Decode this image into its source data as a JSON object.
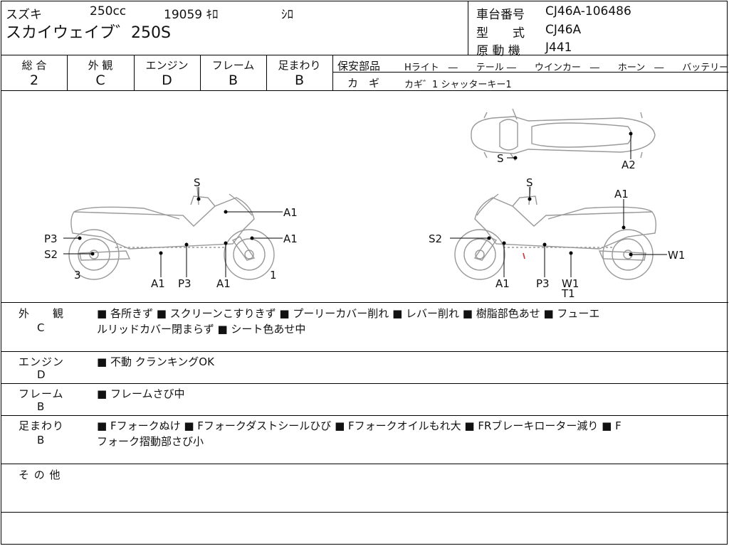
{
  "header": {
    "maker": "スズキ",
    "displacement": "250cc",
    "mileage": "19059 ｷﾛ",
    "color": "ｼﾛ",
    "model_name": "スカイウェイブ゛250S",
    "frame_label": "車台番号",
    "frame_no": "CJ46A-106486",
    "type_label": "型　　式",
    "type_value": "CJ46A",
    "engine_label": "原 動 機",
    "engine_value": "J441"
  },
  "grades": [
    {
      "label": "総 合",
      "value": "2"
    },
    {
      "label": "外 観",
      "value": "C"
    },
    {
      "label": "エンジン",
      "value": "D"
    },
    {
      "label": "フレーム",
      "value": "B"
    },
    {
      "label": "足まわり",
      "value": "B"
    }
  ],
  "safety": {
    "label": "保安部品",
    "items": "Hライト　―　　テール ―　　ウインカー　―　　ホーン　―　　バッテリー ×",
    "key_label": "カ　ギ",
    "key_value": "カギ゛1  シャッターキー1"
  },
  "diagram": {
    "left": {
      "markers": [
        "S",
        "A1",
        "A1",
        "P3",
        "S2",
        "A1",
        "P3",
        "A1",
        "3",
        "1"
      ]
    },
    "right": {
      "markers": [
        "S",
        "A2",
        "S",
        "A1",
        "S2",
        "W1",
        "A1",
        "P3",
        "W1",
        "T1"
      ]
    }
  },
  "notes": [
    {
      "label": "外　　観",
      "grade": "C",
      "text1": "■ 各所きず ■ スクリーンこすりきず ■ プーリーカバー削れ ■ レバー削れ ■ 樹脂部色あせ ■ フューエ",
      "text2": "ルリッドカバー閉まらず ■ シート色あせ中"
    },
    {
      "label": "エンジン",
      "grade": "D",
      "text1": "■ 不動 クランキングOK",
      "text2": ""
    },
    {
      "label": "フレーム",
      "grade": "B",
      "text1": "■ フレームさび中",
      "text2": ""
    },
    {
      "label": "足まわり",
      "grade": "B",
      "text1": "■ Fフォークぬけ ■ Fフォークダストシールひび ■ Fフォークオイルもれ大 ■ FRブレーキローター減り ■ F",
      "text2": "フォーク摺動部さび小"
    },
    {
      "label": "そ の 他",
      "grade": "",
      "text1": "",
      "text2": ""
    }
  ]
}
